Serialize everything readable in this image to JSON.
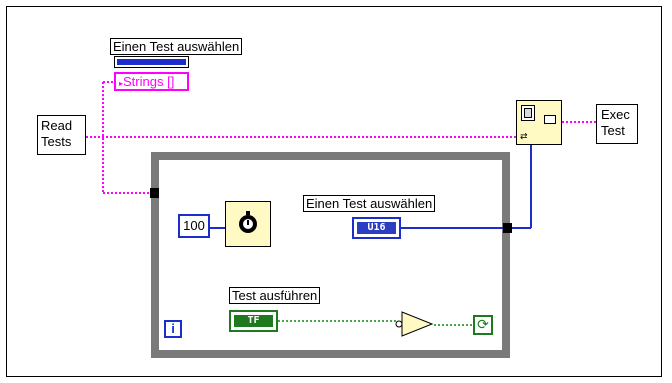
{
  "diagram": {
    "read_tests_label": "Read\nTests",
    "exec_test_label": "Exec\nTest",
    "listbox_label": "Einen Test auswählen",
    "strings_terminal": "Strings []",
    "numeric_constant": "100",
    "indicator_label": "Einen Test auswählen",
    "indicator_type": "U16",
    "boolean_label": "Test ausführen",
    "boolean_type": "TF",
    "iteration_terminal": "i"
  },
  "colors": {
    "string_wire": "#ff00ff",
    "numeric_wire": "#1d2dcc",
    "boolean_wire": "#0a8a0a",
    "loop_border": "#7a7a7a",
    "node_fill": "#fff9c4"
  },
  "icons": {
    "wait_function": "stopwatch-icon",
    "case_selector": "case-structure-icon",
    "not_function": "not-gate-icon",
    "loop_condition": "loop-condition-icon"
  }
}
